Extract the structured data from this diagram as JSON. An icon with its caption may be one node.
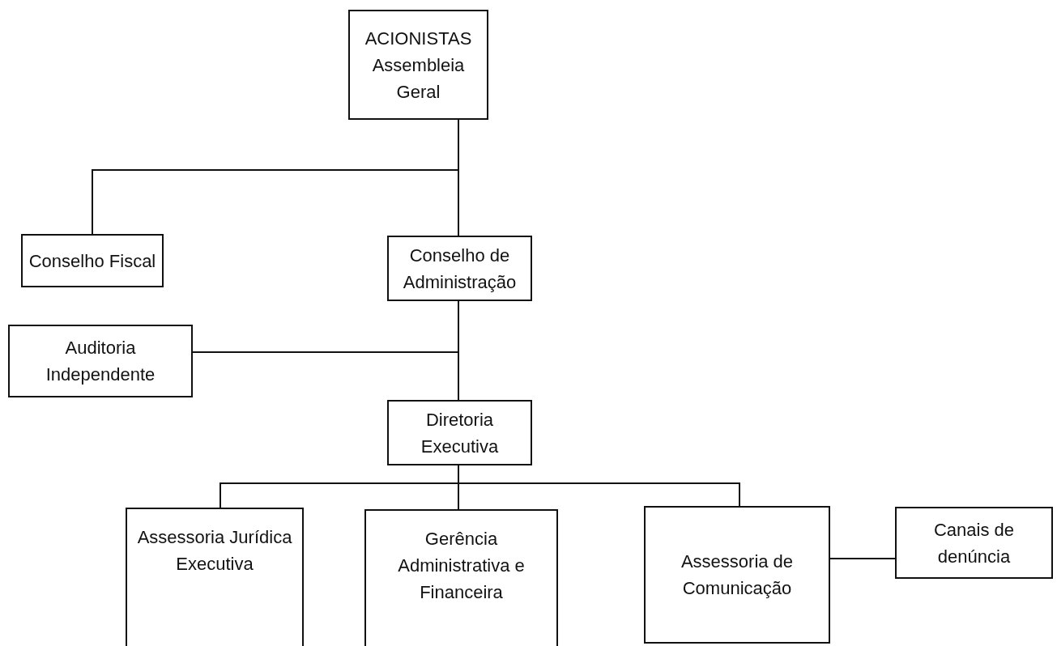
{
  "diagram": {
    "nodes": [
      {
        "text": [
          "ACIONISTAS Assembleia Geral"
        ]
      },
      {
        "text": [
          "Conselho Fiscal"
        ]
      },
      {
        "text": [
          "Conselho de Administração"
        ]
      },
      {
        "text": [
          "Auditoria Independente"
        ]
      },
      {
        "text": [
          "Diretoria Executiva"
        ]
      },
      {
        "text": [
          "Assessoria Jurídica Executiva"
        ]
      },
      {
        "text": [
          "Gerência Administrativa e Financeira"
        ]
      },
      {
        "text": [
          "Assessoria de Comunicação"
        ]
      },
      {
        "text": [
          "Canais de denúncia"
        ]
      }
    ],
    "edges": [
      {
        "from": 0,
        "to": 1,
        "arrow": "none"
      },
      {
        "from": 0,
        "to": 2,
        "arrow": "none"
      },
      {
        "from": 3,
        "to": 2,
        "arrow": "none"
      },
      {
        "from": 2,
        "to": 4,
        "arrow": "none"
      },
      {
        "from": 4,
        "to": 5,
        "arrow": "none"
      },
      {
        "from": 4,
        "to": 6,
        "arrow": "none"
      },
      {
        "from": 4,
        "to": 7,
        "arrow": "none"
      },
      {
        "from": 7,
        "to": 8,
        "arrow": "none"
      }
    ]
  }
}
